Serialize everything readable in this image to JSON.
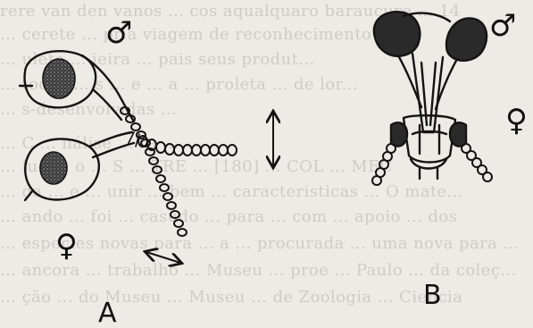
{
  "background_text": [
    "rere van den vanos ... cos aqualquaro baraucure ... 14",
    "... cerete ... pria viagem de reconhecimento e",
    "... ulete ... ieira ... pais seus produt...",
    "... todas ... s ... e ... a ... proleta ... de lor...",
    "... s-desenvolvidas ...",
    "... C ... nálise ... ra ...",
    "... lue ... o ... S ... TRE ... [180] ... COL ... MEC",
    "... da ... e ... unir ... bem ... caracteristicas ... O mate...",
    "... ando ... foi ... casudo ... para ... com ... apoio ... dos",
    "... especies novas para ... a ... procurada ... uma nova para ...",
    "... ancora ... trabalho ... Museu ... proe ... Paulo ... da coleç...",
    "... ção ... do Museu ... Museu ... de Zoologia ... Ciencia"
  ],
  "panel_a": {
    "letter": "A",
    "male_symbol": "♂",
    "female_symbol": "♀"
  },
  "panel_b": {
    "letter": "B",
    "male_symbol": "♂",
    "female_symbol": "♀"
  },
  "colors": {
    "ink": "#141414",
    "paper": "#ecebe5",
    "bleed_text": "#8f8e88"
  }
}
